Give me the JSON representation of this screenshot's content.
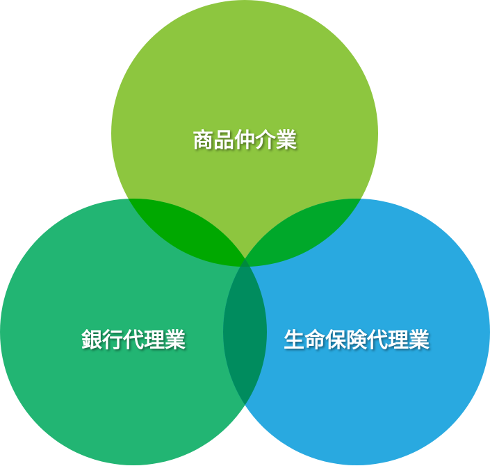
{
  "colors": {
    "top": "#8dc63f",
    "left": "#22b573",
    "right": "#29a9e0",
    "top_left": "#00a800",
    "top_right": "#00a82a",
    "left_right": "#008c5e",
    "center": "#008a3c"
  },
  "circles": {
    "top": {
      "label": "商品仲介業"
    },
    "left": {
      "label": "銀行代理業"
    },
    "right": {
      "label": "生命保険代理業"
    }
  }
}
